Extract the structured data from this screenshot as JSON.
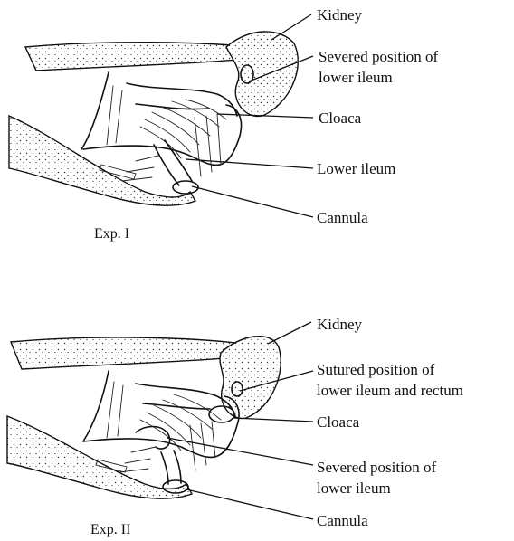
{
  "figures": [
    {
      "caption": "Exp. I",
      "labels": {
        "kidney": "Kidney",
        "severed_1": "Severed position of",
        "severed_2": "lower ileum",
        "cloaca": "Cloaca",
        "lower_ileum": "Lower ileum",
        "cannula": "Cannula"
      }
    },
    {
      "caption": "Exp. II",
      "labels": {
        "kidney": "Kidney",
        "sutured_1": "Sutured position of",
        "sutured_2": "lower ileum and rectum",
        "cloaca": "Cloaca",
        "severed_1": "Severed position of",
        "severed_2": "lower ileum",
        "cannula": "Cannula"
      }
    }
  ]
}
